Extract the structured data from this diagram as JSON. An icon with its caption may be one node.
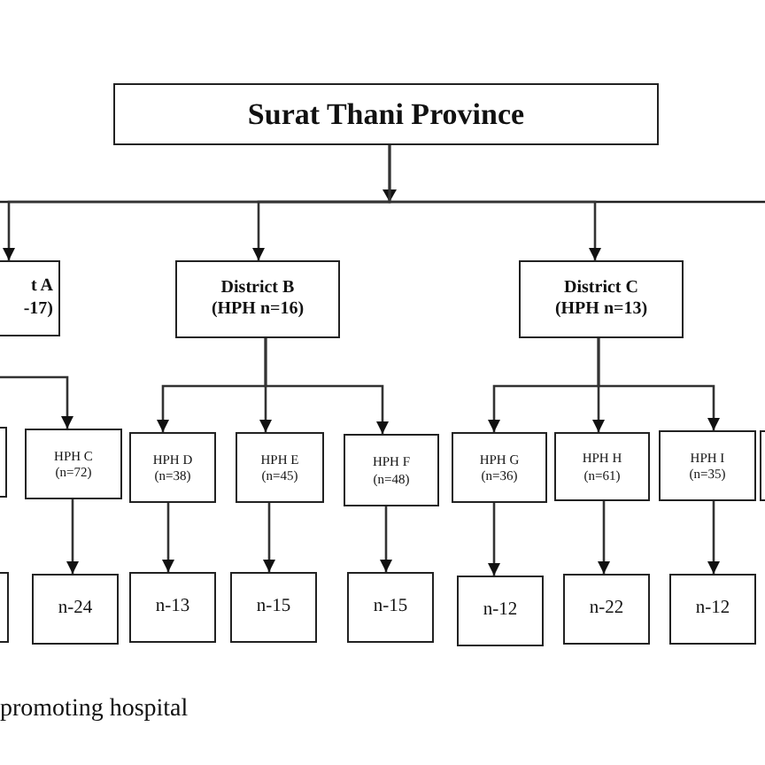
{
  "diagram": {
    "nodes": [
      {
        "text": [
          "Surat Thani Province"
        ]
      },
      {
        "text": [
          "t A",
          "-17)"
        ]
      },
      {
        "text": [
          "District B",
          "(HPH n=16)"
        ]
      },
      {
        "text": [
          "District C",
          "(HPH n=13)"
        ]
      },
      {
        "text": [],
        "shape": "box"
      },
      {
        "text": [
          "HPH C",
          "(n=72)"
        ]
      },
      {
        "text": [
          "HPH D",
          "(n=38)"
        ]
      },
      {
        "text": [
          "HPH E",
          "(n=45)"
        ]
      },
      {
        "text": [
          "HPH F",
          "(n=48)"
        ]
      },
      {
        "text": [
          "HPH G",
          "(n=36)"
        ]
      },
      {
        "text": [
          "HPH H",
          "(n=61)"
        ]
      },
      {
        "text": [
          "HPH I",
          "(n=35)"
        ]
      },
      {
        "text": [],
        "shape": "box"
      },
      {
        "text": [],
        "shape": "box"
      },
      {
        "text": [
          "n-24"
        ]
      },
      {
        "text": [
          "n-13"
        ]
      },
      {
        "text": [
          "n-15"
        ]
      },
      {
        "text": [
          "n-15"
        ]
      },
      {
        "text": [
          "n-12"
        ]
      },
      {
        "text": [
          "n-22"
        ]
      },
      {
        "text": [
          "n-12"
        ]
      }
    ],
    "edges": [
      {
        "from": 0,
        "to": 1,
        "arrow": "to"
      },
      {
        "from": 0,
        "to": 2,
        "arrow": "to"
      },
      {
        "from": 0,
        "to": 3,
        "arrow": "to"
      },
      {
        "from": 1,
        "to": 5,
        "arrow": "to"
      },
      {
        "from": 2,
        "to": 6,
        "arrow": "to"
      },
      {
        "from": 2,
        "to": 7,
        "arrow": "to"
      },
      {
        "from": 2,
        "to": 8,
        "arrow": "to"
      },
      {
        "from": 3,
        "to": 9,
        "arrow": "to"
      },
      {
        "from": 3,
        "to": 10,
        "arrow": "to"
      },
      {
        "from": 3,
        "to": 11,
        "arrow": "to"
      },
      {
        "from": 5,
        "to": 14,
        "arrow": "to"
      },
      {
        "from": 6,
        "to": 15,
        "arrow": "to"
      },
      {
        "from": 7,
        "to": 16,
        "arrow": "to"
      },
      {
        "from": 8,
        "to": 17,
        "arrow": "to"
      },
      {
        "from": 9,
        "to": 18,
        "arrow": "to"
      },
      {
        "from": 10,
        "to": 19,
        "arrow": "to"
      },
      {
        "from": 11,
        "to": 20,
        "arrow": "to"
      }
    ],
    "labels": [
      "promoting hospital"
    ]
  }
}
